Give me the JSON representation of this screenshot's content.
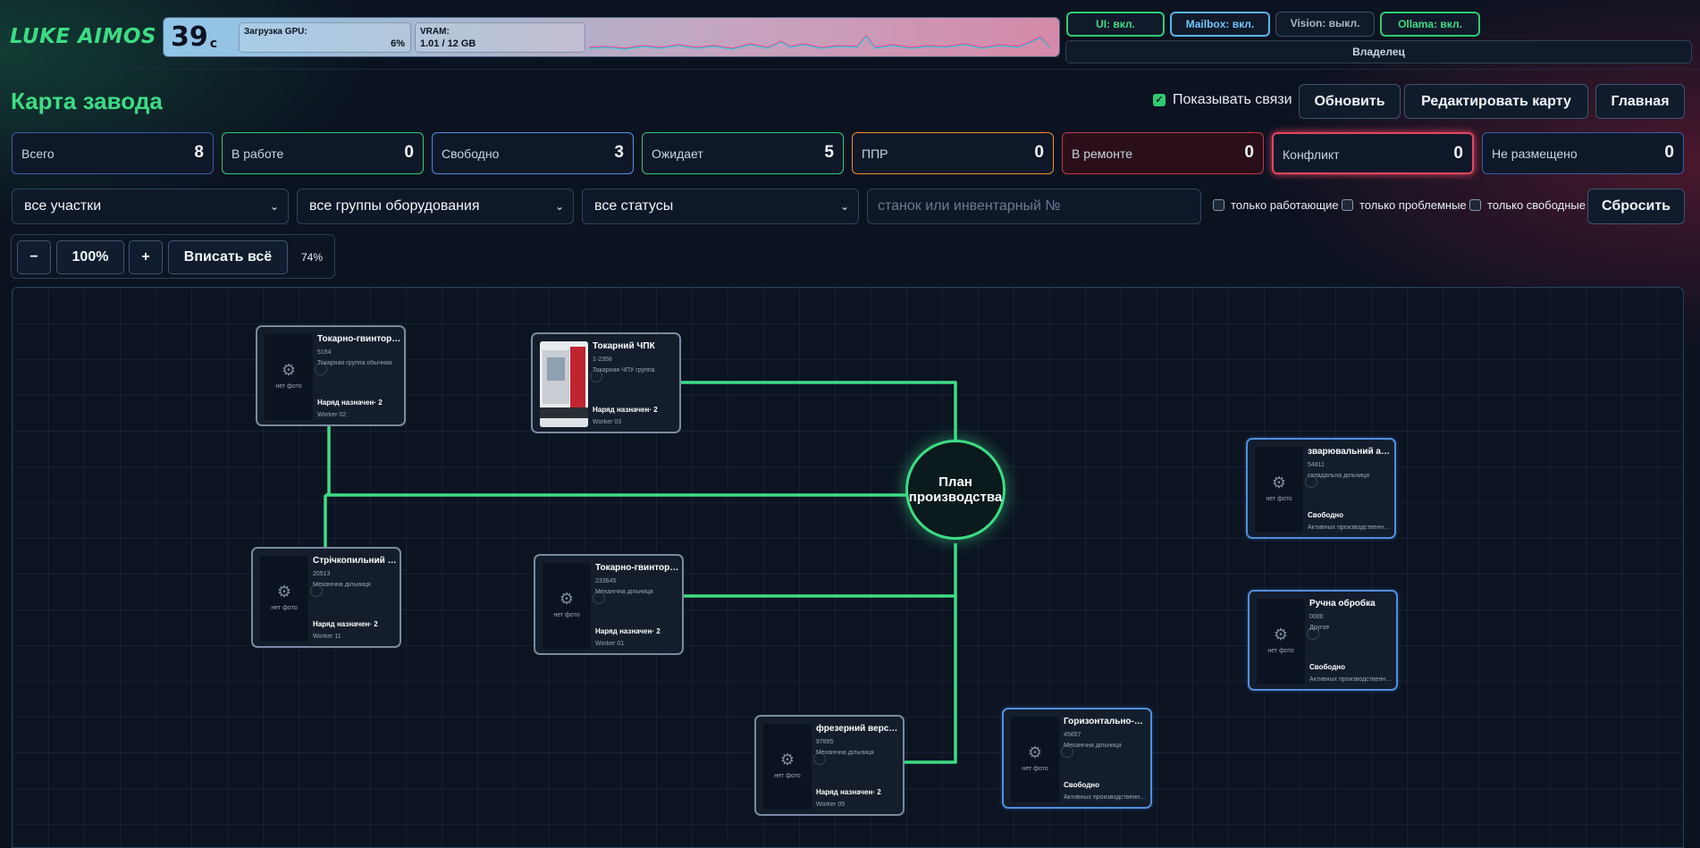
{
  "header": {
    "brand": "LUKE AIMOS",
    "temperature": "39",
    "temperature_unit": "c",
    "gpu_load_label": "Загрузка GPU:",
    "gpu_load_value": "6%",
    "vram_label": "VRAM:",
    "vram_value": "1.01 / 12 GB",
    "status_pills": {
      "ui": "UI: вкл.",
      "mailbox": "Mailbox: вкл.",
      "vision": "Vision: выкл.",
      "ollama": "Ollama: вкл."
    },
    "owner_label": "Владелец"
  },
  "page": {
    "title": "Карта завода",
    "show_links_label": "Показывать связи",
    "show_links_checked": true,
    "refresh_button": "Обновить",
    "edit_map_button": "Редактировать карту",
    "home_button": "Главная"
  },
  "stats": [
    {
      "label": "Всего",
      "value": "8",
      "color": "#3a5ea8"
    },
    {
      "label": "В работе",
      "value": "0",
      "color": "#2ecc71"
    },
    {
      "label": "Свободно",
      "value": "3",
      "color": "#4f8fe0"
    },
    {
      "label": "Ожидает",
      "value": "5",
      "color": "#2ecc71"
    },
    {
      "label": "ППР",
      "value": "0",
      "color": "#e8922e"
    },
    {
      "label": "В ремонте",
      "value": "0",
      "color": "#c0394b"
    },
    {
      "label": "Конфликт",
      "value": "0",
      "color": "#e0455f"
    },
    {
      "label": "Не размещено",
      "value": "0",
      "color": "#3a5ea8"
    }
  ],
  "filters": {
    "sections": "все участки",
    "groups": "все группы оборудования",
    "statuses": "все статусы",
    "search_placeholder": "станок или инвентарный №",
    "only_working": "только работающие",
    "only_problem": "только проблемные",
    "only_free": "только свободные",
    "reset_button": "Сбросить"
  },
  "zoom": {
    "minus": "−",
    "hundred": "100%",
    "plus": "+",
    "fit_all": "Вписать всё",
    "level": "74%"
  },
  "map": {
    "hub_line1": "План",
    "hub_line2": "производства",
    "link_color": "#3ddc84",
    "machines": [
      {
        "name": "Токарно-гвинторізний верстат",
        "inv": "5154",
        "group": "Токарная группа обычная",
        "status": "Наряд назначен· 2",
        "sub": "Worker 02",
        "photo": "нет фото",
        "state": "busy"
      },
      {
        "name": "Токарний ЧПК",
        "inv": "1-2358",
        "group": "Токарная ЧПУ группа",
        "status": "Наряд назначен· 2",
        "sub": "Worker 03",
        "photo": "",
        "state": "busy"
      },
      {
        "name": "Стрічкопильний верстат",
        "inv": "20513",
        "group": "Механічна дільниця",
        "status": "Наряд назначен· 2",
        "sub": "Worker 11",
        "photo": "нет фото",
        "state": "busy"
      },
      {
        "name": "Токарно-гвинторізний верстат",
        "inv": "233645",
        "group": "Механічна дільниця",
        "status": "Наряд назначен· 2",
        "sub": "Worker 01",
        "photo": "нет фото",
        "state": "busy"
      },
      {
        "name": "фрезерний верстат",
        "inv": "97895",
        "group": "Механічна дільниця",
        "status": "Наряд назначен· 2",
        "sub": "Worker 05",
        "photo": "нет фото",
        "state": "busy"
      },
      {
        "name": "Горизонтально-розточний",
        "inv": "45657",
        "group": "Механічна дільниця",
        "status": "Свободно",
        "sub": "Активных производственных заданий нет",
        "photo": "нет фото",
        "state": "free"
      },
      {
        "name": "зварювальний апарат",
        "inv": "54811",
        "group": "складальна дільниця",
        "status": "Свободно",
        "sub": "Активных производственных заданий нет",
        "photo": "нет фото",
        "state": "free"
      },
      {
        "name": "Ручна обробка",
        "inv": "0000",
        "group": "Другое",
        "status": "Свободно",
        "sub": "Активных производственных заданий нет",
        "photo": "нет фото",
        "state": "free"
      }
    ]
  }
}
